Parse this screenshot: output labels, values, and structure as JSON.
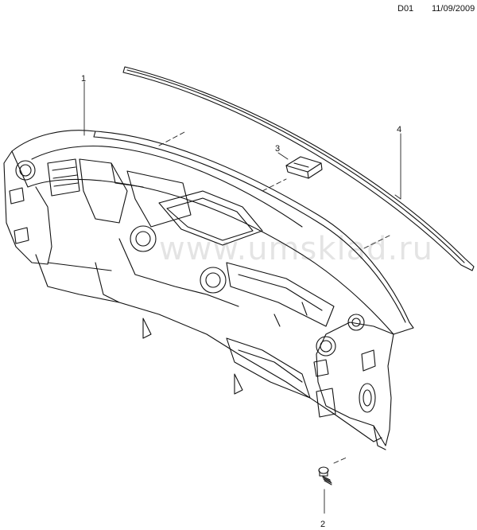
{
  "header": {
    "code": "D01",
    "date": "11/09/2009"
  },
  "callouts": {
    "c1": "1",
    "c2": "2",
    "c3": "3",
    "c4": "4"
  },
  "watermark": "www.umsklad.ru",
  "colors": {
    "line": "#111111",
    "leader": "#222222"
  }
}
